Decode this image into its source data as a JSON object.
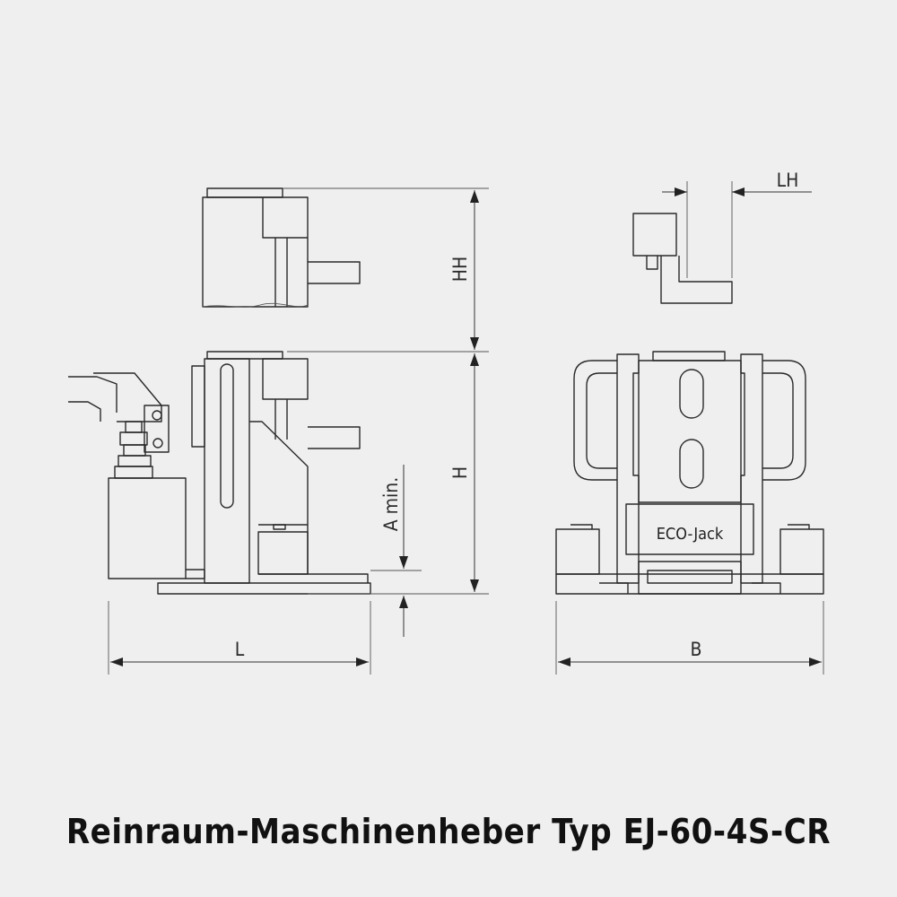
{
  "drawing": {
    "dimensions": {
      "l": "L",
      "b": "B",
      "h": "H",
      "hh": "HH",
      "lh": "LH",
      "a_min": "A min."
    },
    "product_label": "ECO-Jack"
  },
  "caption": "Reinraum-Maschinenheber Typ EJ-60-4S-CR"
}
